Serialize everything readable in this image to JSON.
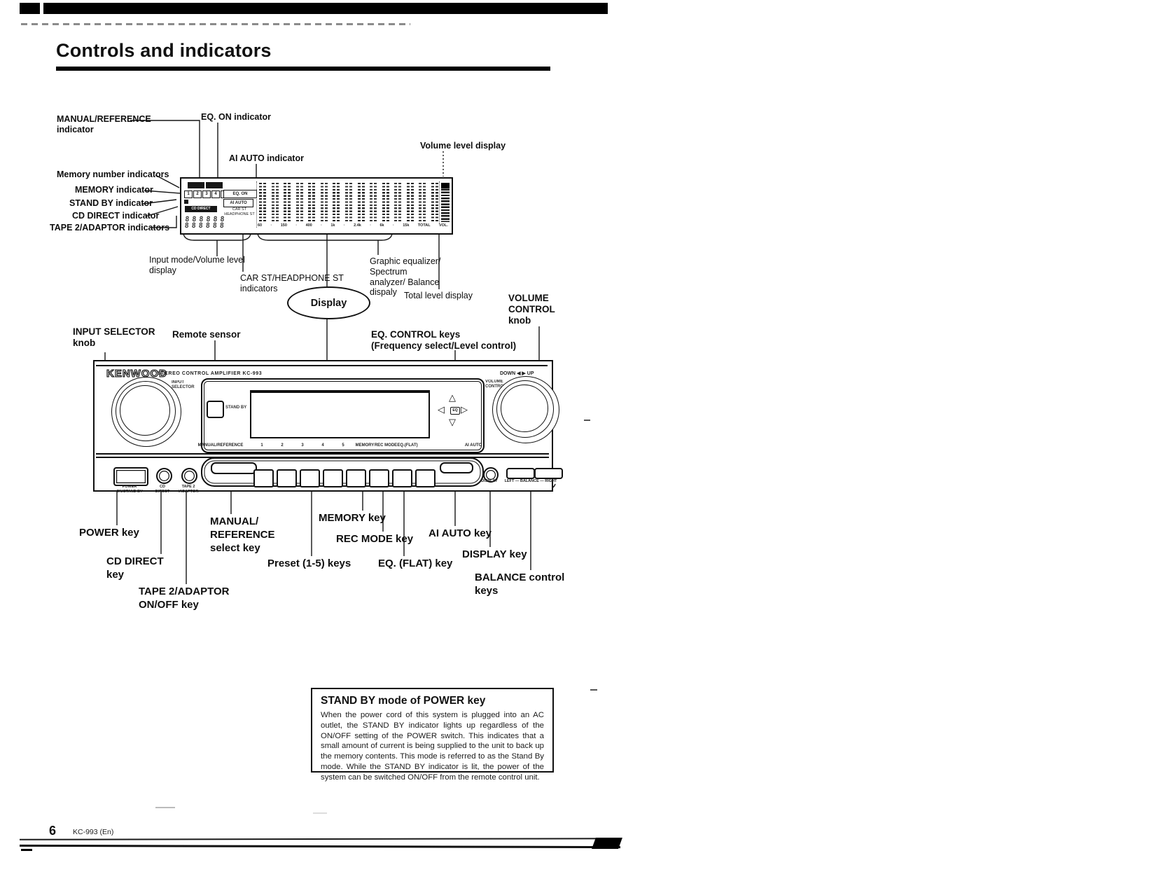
{
  "page": {
    "title": "Controls and indicators",
    "page_number": "6",
    "page_code": "KC-993 (En)"
  },
  "callouts_top": {
    "manual_reference": "MANUAL/REFERENCE\nindicator",
    "eq_on": "EQ. ON indicator",
    "ai_auto": "AI AUTO indicator",
    "volume_level": "Volume level display",
    "memory_number": "Memory number indicators",
    "memory": "MEMORY indicator",
    "stand_by": "STAND BY indicator",
    "cd_direct": "CD DIRECT indicator",
    "tape2": "TAPE 2/ADAPTOR indicators"
  },
  "callouts_mid": {
    "input_mode": "Input mode/Volume level\ndisplay",
    "car_st": "CAR ST/HEADPHONE ST\nindicators",
    "graphic_eq": "Graphic equalizer/\nSpectrum\nanalyzer/ Balance\ndispaly",
    "total_level": "Total level display",
    "display_oval": "Display",
    "volume_control_knob": "VOLUME\nCONTROL\nknob",
    "input_selector_knob": "INPUT SELECTOR\nknob",
    "remote_sensor": "Remote sensor",
    "eq_control": "EQ. CONTROL keys\n(Frequency select/Level control)"
  },
  "display": {
    "memory_numbers": [
      "1",
      "2",
      "3",
      "4",
      "5"
    ],
    "eq_on_box": "EQ. ON",
    "ai_auto_box": "AI AUTO",
    "car_st_text": "CAR ST\nHEADPHONE ST",
    "cd_direct_box": "CD DIRECT",
    "digits_rows": "888888\n888888",
    "spectrum_pairs": 15,
    "freq_labels": [
      "60",
      "·",
      "150",
      "·",
      "400",
      "·",
      "1k",
      "·",
      "2.4k",
      "·",
      "6k",
      "·",
      "15k",
      "TOTAL",
      "VOL."
    ]
  },
  "panel": {
    "brand": "KENWOOD",
    "model_text": "STEREO CONTROL AMPLIFIER KC-993",
    "input_selector_small": "INPUT\nSELECTOR",
    "stand_by_small": "STAND BY",
    "down_up_label": "DOWN ◀ ▶ UP",
    "volume_control_small": "VOLUME\nCONTROL",
    "eq_center": "EQ",
    "up_arrow": "△",
    "down_arrow": "▽",
    "left_arrow": "◁",
    "right_arrow": "▷",
    "button_labels": [
      "MANUAL/REFERENCE",
      "1",
      "2",
      "3",
      "4",
      "5",
      "MEMORY",
      "REC MODE",
      "EQ.(FLAT)",
      "AI AUTO"
    ],
    "power_small": "POWER\nON/STAND BY",
    "cd_direct_small": "CD\nDIRECT",
    "tape_small": "TAPE 2\n/ADAPTOR",
    "display_small": "DISPLAY",
    "balance_small": "LEFT — BALANCE — RIGHT"
  },
  "callouts_bottom": {
    "power": "POWER key",
    "cd_direct": "CD DIRECT\nkey",
    "tape2": "TAPE 2/ADAPTOR\nON/OFF key",
    "manual_reference": "MANUAL/\nREFERENCE\nselect key",
    "preset": "Preset (1-5) keys",
    "memory": "MEMORY key",
    "rec_mode": "REC MODE key",
    "eq_flat": "EQ. (FLAT) key",
    "ai_auto": "AI AUTO key",
    "display": "DISPLAY key",
    "balance": "BALANCE control\nkeys"
  },
  "standby_note": {
    "title": "STAND BY mode of POWER key",
    "body": "When the power cord of this system is plugged into an AC outlet, the STAND BY indicator lights up regardless of the ON/OFF setting of the POWER switch. This indicates that a small amount of current is being supplied to the unit to back up the memory contents. This mode is referred to as the Stand By mode. While the STAND BY indicator is lit, the power of the system can be switched ON/OFF from the remote control unit."
  }
}
